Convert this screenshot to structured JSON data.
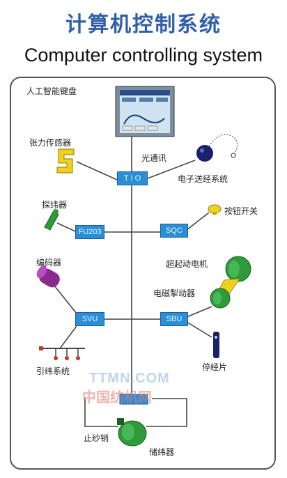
{
  "header": {
    "title_cn": "计算机控制系统",
    "title_en": "Computer controlling system"
  },
  "nodes": {
    "keyboard": "人工智能键盘",
    "tension_sensor": "张力传感器",
    "optical": "光通讯",
    "electronic_letoff": "电子送经系统",
    "weft_detector": "探纬器",
    "button_switch": "按钮开关",
    "super_motor": "超起动电机",
    "encoder": "编码器",
    "magnetic_brake": "电磁掣动器",
    "weft_insertion": "引纬系统",
    "warp_stop": "停经片",
    "stop_pin": "止纱销",
    "weft_storage": "储纬器"
  },
  "modules": {
    "tio": "T I O",
    "fu203": "FU203",
    "sqc": "SQC",
    "svu": "SVU",
    "sbu": "SBU"
  },
  "watermark": {
    "en": "TTMN.COM",
    "cn": "中国纺机网"
  },
  "colors": {
    "title": "#2f5fa8",
    "box": "#2b8fd8",
    "green": "#2f9a3a",
    "yellow": "#f0d21a",
    "purple": "#8a2a8f",
    "navy": "#17216e"
  }
}
